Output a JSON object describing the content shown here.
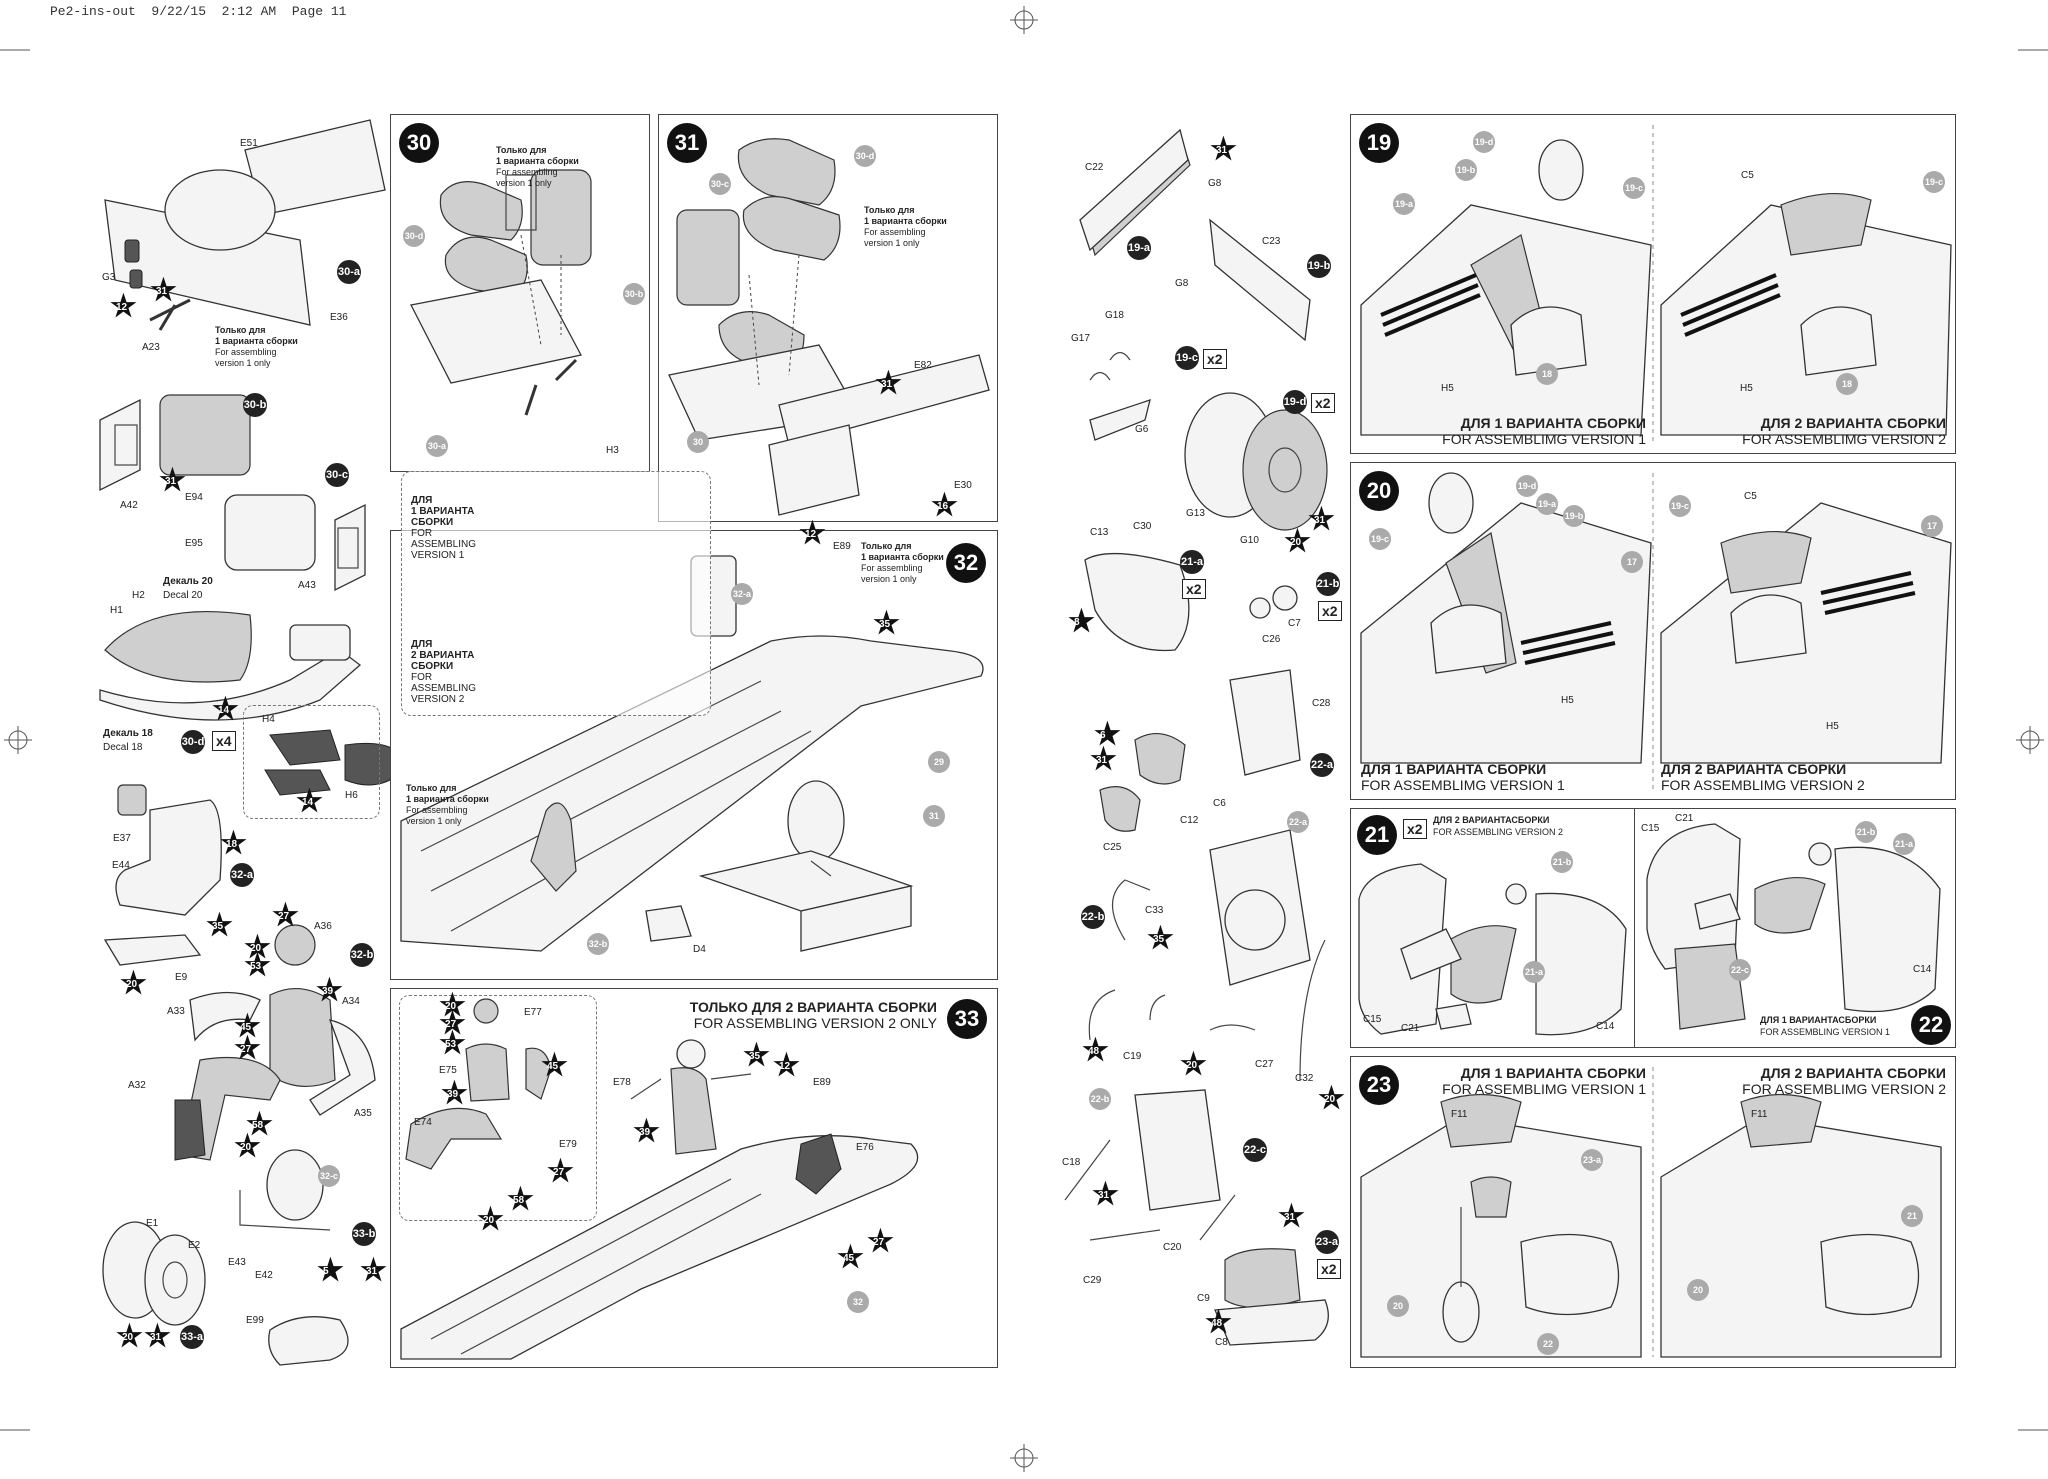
{
  "header": "Pe2-ins-out  9/22/15  2:12 AM  Page 11",
  "steps": {
    "s30": "30",
    "s31": "31",
    "s32": "32",
    "s33": "33",
    "s19": "19",
    "s20": "20",
    "s21": "21",
    "s22": "22",
    "s23": "23"
  },
  "texts": {
    "only_v1_ru_a": "Только для",
    "only_v1_ru_b": "1 варианта сборки",
    "only_v1_en_a": "For assembling",
    "only_v1_en_b": "version 1 only",
    "v1_ru_a": "ДЛЯ",
    "v1_ru_b": "1 ВАРИАНТА",
    "v1_ru_c": "СБОРКИ",
    "v1_en_a": "FOR",
    "v1_en_b": "ASSEMBLING",
    "v1_en_c": "VERSION 1",
    "v2_ru_a": "ДЛЯ",
    "v2_ru_b": "2 ВАРИАНТА",
    "v2_ru_c": "СБОРКИ",
    "v2_en_a": "FOR",
    "v2_en_b": "ASSEMBLING",
    "v2_en_c": "VERSION 2",
    "step33_ru": "ТОЛЬКО ДЛЯ 2 ВАРИАНТА СБОРКИ",
    "step33_en": "FOR ASSEMBLING VERSION 2 ONLY",
    "ver1_ru": "ДЛЯ 1 ВАРИАНТА СБОРКИ",
    "ver1_en": "FOR ASSEMBLIMG VERSION 1",
    "ver2_ru": "ДЛЯ 2 ВАРИАНТА СБОРКИ",
    "ver2_en": "FOR ASSEMBLIMG VERSION 2",
    "s21_ru": "ДЛЯ 2 ВАРИАНТАСБОРКИ",
    "s21_en": "FOR ASSEMBLING VERSION 2",
    "s22_ru": "ДЛЯ 1 ВАРИАНТАСБОРКИ",
    "s22_en": "FOR ASSEMBLING VERSION 1",
    "decal20_ru": "Декаль 20",
    "decal20_en": "Decal 20",
    "decal18_ru": "Декаль 18",
    "decal18_en": "Decal 18",
    "x4": "x4",
    "x2": "x2"
  },
  "subassemblies": {
    "30a": "30-a",
    "30b": "30-b",
    "30c": "30-c",
    "30d": "30-d",
    "32a": "32-a",
    "32b": "32-b",
    "32c": "32-c",
    "33a": "33-a",
    "33b": "33-b",
    "19a": "19-a",
    "19b": "19-b",
    "19c": "19-c",
    "19d": "19-d",
    "21a": "21-a",
    "21b": "21-b",
    "22a": "22-a",
    "22b": "22-b",
    "22c": "22-c",
    "23a": "23-a"
  },
  "parts": {
    "E51": "E51",
    "E36": "E36",
    "G3": "G3",
    "A23": "A23",
    "A42": "A42",
    "E94": "E94",
    "E95": "E95",
    "A43": "A43",
    "H1": "H1",
    "H2": "H2",
    "H4": "H4",
    "H6": "H6",
    "E37": "E37",
    "E44": "E44",
    "E9": "E9",
    "A36": "A36",
    "A33": "A33",
    "A34": "A34",
    "A32": "A32",
    "A35": "A35",
    "E1": "E1",
    "E2": "E2",
    "E43": "E43",
    "E42": "E42",
    "E99": "E99",
    "H3": "H3",
    "E82": "E82",
    "E30": "E30",
    "E89": "E89",
    "D4": "D4",
    "E77": "E77",
    "E75": "E75",
    "E74": "E74",
    "E79": "E79",
    "E78": "E78",
    "E76": "E76",
    "C22": "C22",
    "G8": "G8",
    "C23": "C23",
    "G18": "G18",
    "G17": "G17",
    "G6": "G6",
    "G13": "G13",
    "G10": "G10",
    "C13": "C13",
    "C30": "C30",
    "C26": "C26",
    "C7": "C7",
    "C28": "C28",
    "C12": "C12",
    "C6": "C6",
    "C25": "C25",
    "C33": "C33",
    "C19": "C19",
    "C27": "C27",
    "C32": "C32",
    "C18": "C18",
    "C20": "C20",
    "C29": "C29",
    "C9": "C9",
    "C8": "C8",
    "C5": "C5",
    "H5": "H5",
    "C15": "C15",
    "C21": "C21",
    "C14": "C14",
    "F11": "F11"
  },
  "refs": {
    "n12": "12",
    "n31": "31",
    "n14": "14",
    "n18": "18",
    "n35": "35",
    "n27": "27",
    "n20": "20",
    "n53": "53",
    "n39": "39",
    "n45": "45",
    "n58": "58",
    "n5": "5",
    "n16": "16",
    "n29": "29",
    "n30": "30",
    "n32": "32",
    "n8": "8",
    "n6": "6",
    "n48": "48",
    "n17": "17",
    "n21": "21",
    "n22": "22"
  }
}
